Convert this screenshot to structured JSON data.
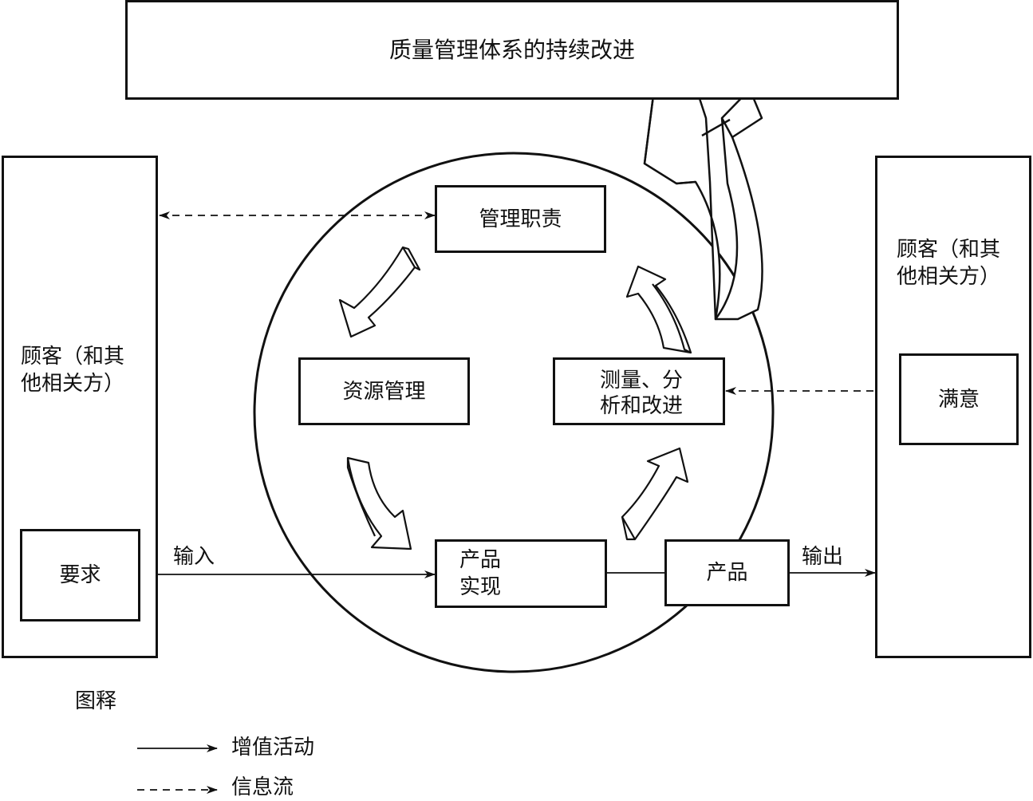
{
  "title": "质量管理体系的持续改进",
  "left_customer": [
    "顾客（和其",
    "他相关方）"
  ],
  "right_customer": [
    "顾客（和其",
    "他相关方）"
  ],
  "requirement": "要求",
  "satisfaction": "满意",
  "circle_nodes": {
    "management": "管理职责",
    "resource": "资源管理",
    "measure": [
      "测量、分",
      "析和改进"
    ],
    "realization": [
      "产品",
      "实现"
    ]
  },
  "product": "产品",
  "input_label": "输入",
  "output_label": "输出",
  "legend": {
    "title": "图释",
    "items": [
      {
        "style": "solid",
        "label": "增值活动"
      },
      {
        "style": "dashed",
        "label": "信息流"
      }
    ]
  },
  "colors": {
    "stroke": "#111111",
    "background": "#ffffff"
  }
}
